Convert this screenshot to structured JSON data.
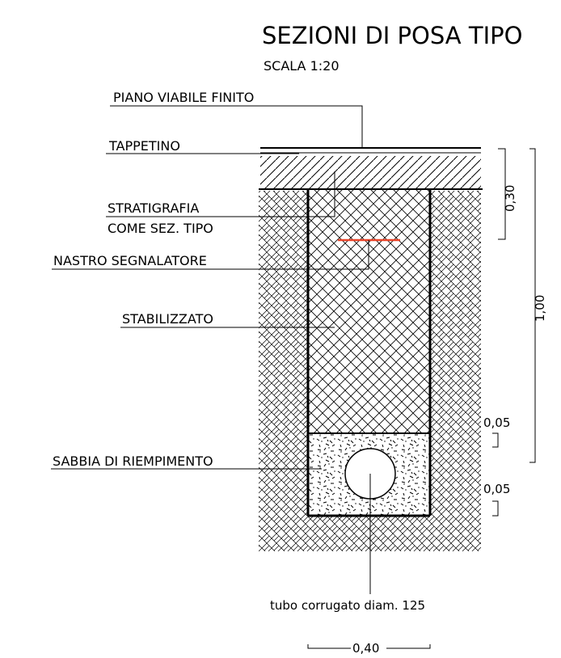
{
  "title": "SEZIONI DI POSA TIPO",
  "scale": "SCALA  1:20",
  "labels": {
    "road_surface": "PIANO VIABILE FINITO",
    "top_layer": "TAPPETINO",
    "stratigraphy_1": "STRATIGRAFIA",
    "stratigraphy_2": "COME SEZ. TIPO",
    "warning_tape": "NASTRO SEGNALATORE",
    "stabilized": "STABILIZZATO",
    "fill_sand": "SABBIA DI RIEMPIMENTO",
    "pipe": "tubo corrugato diam. 125"
  },
  "dimensions": {
    "pavement_depth": "0,30",
    "total_depth": "1,00",
    "sand_top": "0,05",
    "sand_bottom": "0,05",
    "trench_width": "0,40"
  },
  "colors": {
    "line": "#000000",
    "warning_tape": "#e8452a"
  }
}
